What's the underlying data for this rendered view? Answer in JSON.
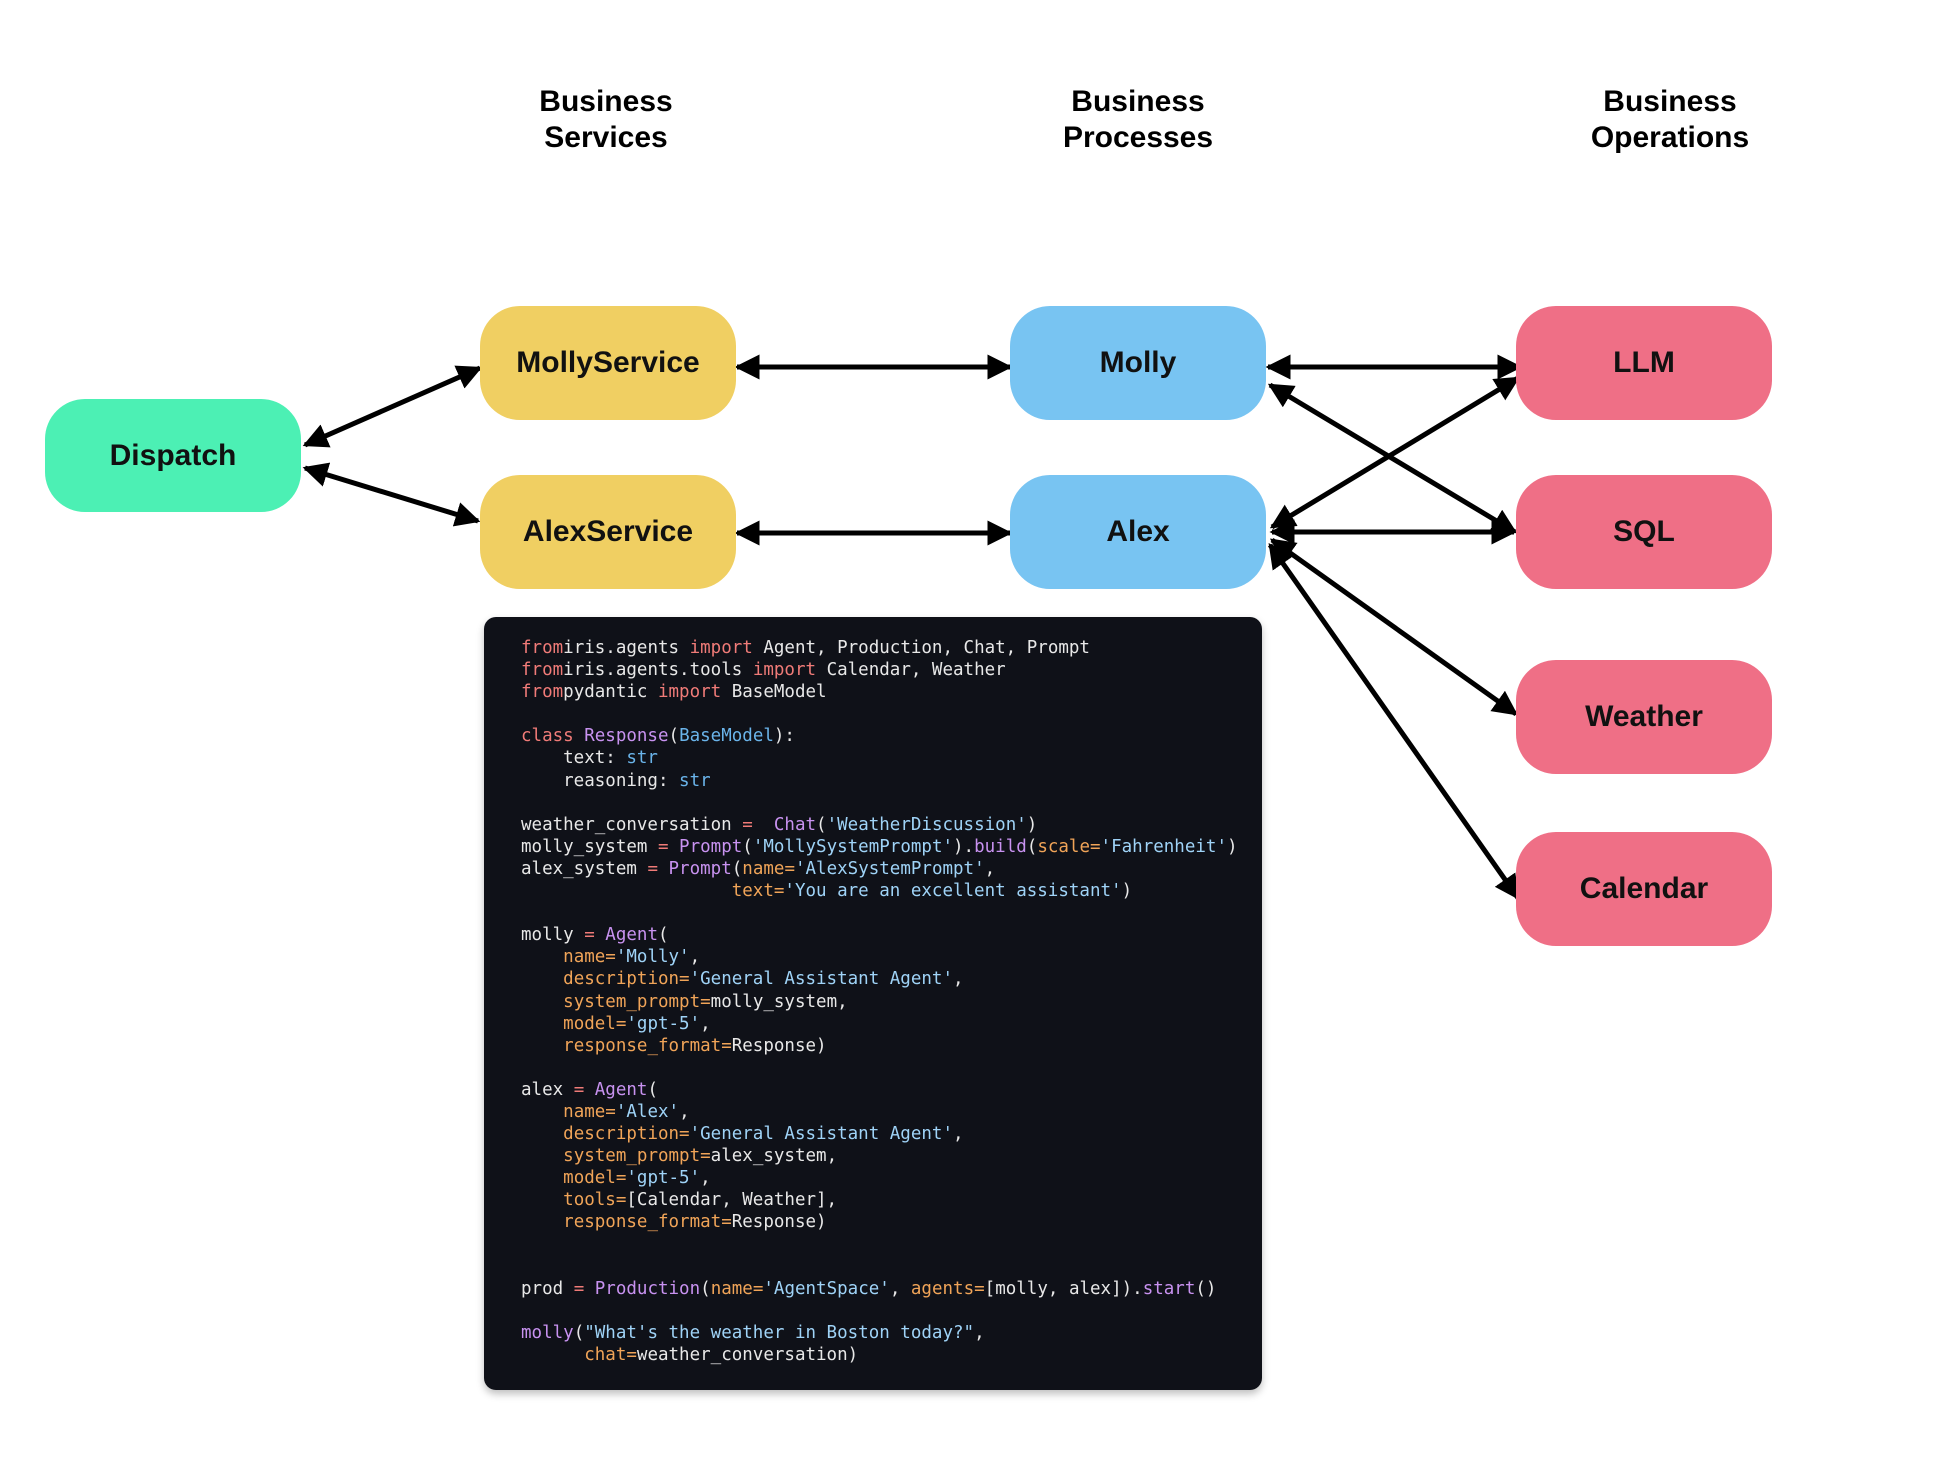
{
  "columns": {
    "services": "Business\nServices",
    "processes": "Business\nProcesses",
    "operations": "Business\nOperations"
  },
  "colors": {
    "dispatch": "#4cf0b4",
    "service": "#f0cf62",
    "process": "#78c4f2",
    "operation": "#ef6f86",
    "code_bg": "#0f1118"
  },
  "nodes": {
    "dispatch": "Dispatch",
    "molly_service": "MollyService",
    "alex_service": "AlexService",
    "molly": "Molly",
    "alex": "Alex",
    "llm": "LLM",
    "sql": "SQL",
    "weather": "Weather",
    "calendar": "Calendar"
  },
  "edges": [
    {
      "from": "dispatch",
      "to": "molly_service",
      "direction": "both"
    },
    {
      "from": "dispatch",
      "to": "alex_service",
      "direction": "both"
    },
    {
      "from": "molly_service",
      "to": "molly",
      "direction": "both"
    },
    {
      "from": "alex_service",
      "to": "alex",
      "direction": "both"
    },
    {
      "from": "molly",
      "to": "llm",
      "direction": "both"
    },
    {
      "from": "molly",
      "to": "sql",
      "direction": "both"
    },
    {
      "from": "alex",
      "to": "llm",
      "direction": "both"
    },
    {
      "from": "alex",
      "to": "sql",
      "direction": "both"
    },
    {
      "from": "alex",
      "to": "weather",
      "direction": "both"
    },
    {
      "from": "alex",
      "to": "calendar",
      "direction": "both"
    }
  ],
  "code": {
    "language": "python",
    "lines": [
      [
        [
          "kw",
          "from"
        ],
        [
          "",
          "iris.agents "
        ],
        [
          "kw",
          "import"
        ],
        [
          "",
          " Agent, Production, Chat, Prompt"
        ]
      ],
      [
        [
          "kw",
          "from"
        ],
        [
          "",
          "iris.agents.tools "
        ],
        [
          "kw",
          "import"
        ],
        [
          "",
          " Calendar, Weather"
        ]
      ],
      [
        [
          "kw",
          "from"
        ],
        [
          "",
          "pydantic "
        ],
        [
          "kw",
          "import"
        ],
        [
          "",
          " BaseModel"
        ]
      ],
      [],
      [
        [
          "kw",
          "class "
        ],
        [
          "cls",
          "Response"
        ],
        [
          "",
          "("
        ],
        [
          "bi",
          "BaseModel"
        ],
        [
          "",
          "):"
        ]
      ],
      [
        [
          "",
          "    text: "
        ],
        [
          "bi",
          "str"
        ]
      ],
      [
        [
          "",
          "    reasoning: "
        ],
        [
          "bi",
          "str"
        ]
      ],
      [],
      [
        [
          "",
          "weather_conversation "
        ],
        [
          "op",
          "="
        ],
        [
          "",
          "",
          " "
        ],
        [
          "cls",
          " Chat"
        ],
        [
          "",
          "("
        ],
        [
          "str",
          "'WeatherDiscussion'"
        ],
        [
          "",
          ")"
        ]
      ],
      [
        [
          "",
          "molly_system "
        ],
        [
          "op",
          "="
        ],
        [
          "cls",
          " Prompt"
        ],
        [
          "",
          "("
        ],
        [
          "str",
          "'MollySystemPrompt'"
        ],
        [
          "",
          ")."
        ],
        [
          "cls",
          "build"
        ],
        [
          "",
          "("
        ],
        [
          "arg",
          "scale="
        ],
        [
          "str",
          "'Fahrenheit'"
        ],
        [
          "",
          ")"
        ]
      ],
      [
        [
          "",
          "alex_system "
        ],
        [
          "op",
          "="
        ],
        [
          "cls",
          " Prompt"
        ],
        [
          "",
          "("
        ],
        [
          "arg",
          "name="
        ],
        [
          "str",
          "'AlexSystemPrompt'"
        ],
        [
          "",
          ","
        ]
      ],
      [
        [
          "",
          "                    "
        ],
        [
          "arg",
          "text="
        ],
        [
          "str",
          "'You are an excellent assistant'"
        ],
        [
          "",
          ")"
        ]
      ],
      [],
      [
        [
          "",
          "molly "
        ],
        [
          "op",
          "="
        ],
        [
          "cls",
          " Agent"
        ],
        [
          "",
          "("
        ]
      ],
      [
        [
          "",
          "    "
        ],
        [
          "arg",
          "name="
        ],
        [
          "str",
          "'Molly'"
        ],
        [
          "",
          ","
        ]
      ],
      [
        [
          "",
          "    "
        ],
        [
          "arg",
          "description="
        ],
        [
          "str",
          "'General Assistant Agent'"
        ],
        [
          "",
          ","
        ]
      ],
      [
        [
          "",
          "    "
        ],
        [
          "arg",
          "system_prompt="
        ],
        [
          "",
          "molly_system,"
        ]
      ],
      [
        [
          "",
          "    "
        ],
        [
          "arg",
          "model="
        ],
        [
          "str",
          "'gpt-5'"
        ],
        [
          "",
          ","
        ]
      ],
      [
        [
          "",
          "    "
        ],
        [
          "arg",
          "response_format="
        ],
        [
          "",
          "Response)"
        ]
      ],
      [],
      [
        [
          "",
          "alex "
        ],
        [
          "op",
          "="
        ],
        [
          "cls",
          " Agent"
        ],
        [
          "",
          "("
        ]
      ],
      [
        [
          "",
          "    "
        ],
        [
          "arg",
          "name="
        ],
        [
          "str",
          "'Alex'"
        ],
        [
          "",
          ","
        ]
      ],
      [
        [
          "",
          "    "
        ],
        [
          "arg",
          "description="
        ],
        [
          "str",
          "'General Assistant Agent'"
        ],
        [
          "",
          ","
        ]
      ],
      [
        [
          "",
          "    "
        ],
        [
          "arg",
          "system_prompt="
        ],
        [
          "",
          "alex_system,"
        ]
      ],
      [
        [
          "",
          "    "
        ],
        [
          "arg",
          "model="
        ],
        [
          "str",
          "'gpt-5'"
        ],
        [
          "",
          ","
        ]
      ],
      [
        [
          "",
          "    "
        ],
        [
          "arg",
          "tools="
        ],
        [
          "",
          "[Calendar, Weather],"
        ]
      ],
      [
        [
          "",
          "    "
        ],
        [
          "arg",
          "response_format="
        ],
        [
          "",
          "Response)"
        ]
      ],
      [],
      [],
      [
        [
          "",
          "prod "
        ],
        [
          "op",
          "="
        ],
        [
          "cls",
          " Production"
        ],
        [
          "",
          "("
        ],
        [
          "arg",
          "name="
        ],
        [
          "str",
          "'AgentSpace'"
        ],
        [
          "",
          ", "
        ],
        [
          "arg",
          "agents="
        ],
        [
          "",
          "[molly, alex])."
        ],
        [
          "cls",
          "start"
        ],
        [
          "",
          "()"
        ]
      ],
      [],
      [
        [
          "cls",
          "molly"
        ],
        [
          "",
          "("
        ],
        [
          "str",
          "\"What's the weather in Boston today?\""
        ],
        [
          "",
          ","
        ]
      ],
      [
        [
          "",
          "      "
        ],
        [
          "arg",
          "chat="
        ],
        [
          "",
          "weather_conversation)"
        ]
      ]
    ]
  }
}
